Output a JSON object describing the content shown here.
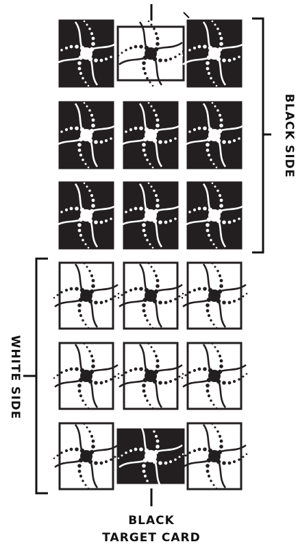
{
  "labels": {
    "black_side": "BLACK SIDE",
    "white_side": "WHITE SIDE",
    "target_line1": "BLACK",
    "target_line2": "TARGET CARD"
  },
  "colors": {
    "black": "#231f20",
    "white": "#ffffff"
  },
  "grid": {
    "rows": [
      [
        "black",
        "white-rotated",
        "black"
      ],
      [
        "black",
        "black",
        "black"
      ],
      [
        "black",
        "black",
        "black"
      ],
      [
        "white",
        "white",
        "white"
      ],
      [
        "white",
        "white",
        "white"
      ],
      [
        "white",
        "black-rotated",
        "white"
      ]
    ]
  }
}
